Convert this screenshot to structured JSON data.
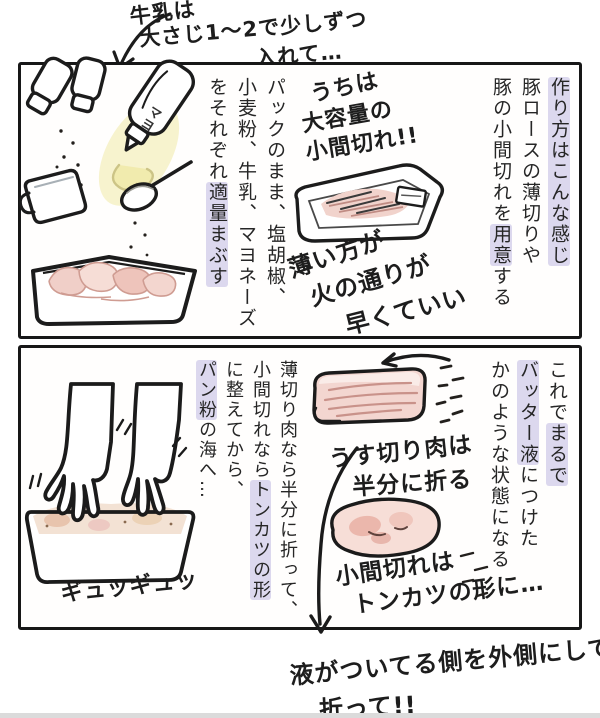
{
  "page": {
    "bg": "#ffffff",
    "ink": "#1c1c1c",
    "highlight": "#dcd8ee",
    "panel_border": "#171717",
    "meat_pink": "#f2d5cf",
    "mayo_yellow": "#f4efbe"
  },
  "top_note": {
    "line1": "牛乳は",
    "line2": "大さじ1〜2で少しずつ",
    "line3": "入れて…"
  },
  "panel1": {
    "right_caption": {
      "col1_hl": "作り方はこんな感じ",
      "col2": "豚ロースの薄切りや",
      "col3_pre": "豚の小間切れを",
      "col3_hl": "用意",
      "col3_post": "する"
    },
    "mid_caption": {
      "col1": "パックのまま、塩胡椒、",
      "col2": "小麦粉、牛乳、マヨネーズ",
      "col3_pre": "をそれぞれ",
      "col3_hl": "適量まぶす"
    },
    "package_note": {
      "line1": "うちは",
      "line2": "大容量の",
      "line3": "小間切れ!!"
    },
    "thin_note": {
      "line1": "薄い方が",
      "line2": "火の通りが",
      "line3": "早くていい"
    },
    "mayo_label": "マヨ"
  },
  "panel2": {
    "right_caption": {
      "col1_pre": "これで",
      "col1_hl": "まるで",
      "col2_hl": "バッター液",
      "col2_post": "につけた",
      "col3": "かのような状態になる"
    },
    "mid_caption": {
      "col1": "薄切り肉なら半分に折って、",
      "col2_pre": "小間切れなら",
      "col2_hl": "トンカツの形",
      "col3": "に整えてから、",
      "col4_hl": "パン粉",
      "col4_post": "の海へ…"
    },
    "fold_note": {
      "line1": "うす切り肉は",
      "line2": "半分に折る"
    },
    "komagire_note": {
      "line1": "小間切れは",
      "line2": "トンカツの形に…"
    },
    "sfx": "ギュッギュッ"
  },
  "bottom_note": {
    "line1": "液がついてる側を外側にして",
    "line2": "折って!!"
  }
}
